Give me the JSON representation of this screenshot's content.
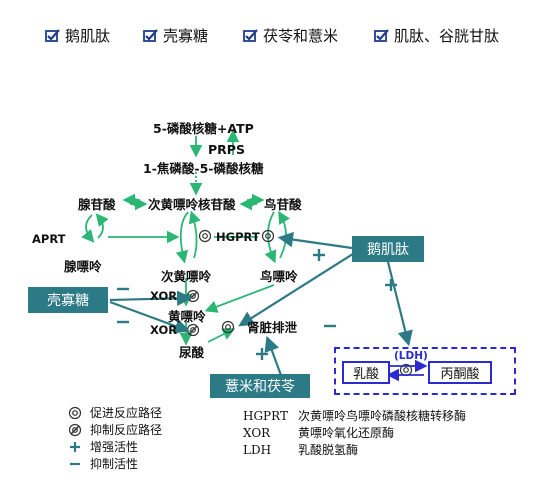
{
  "header_legend": [
    {
      "label": "鹅肌肽"
    },
    {
      "label": "壳寡糖"
    },
    {
      "label": "茯苓和薏米"
    },
    {
      "label": "肌肽、谷胱甘肽"
    }
  ],
  "nodes": {
    "r5p_atp": "5-磷酸核糖+ATP",
    "prps": "PRPS",
    "prpp": "1-焦磷酸-5-磷酸核糖",
    "amp": "腺苷酸",
    "imp": "次黄嘌呤核苷酸",
    "gmp": "鸟苷酸",
    "aprt": "APRT",
    "hgprt": "HGPRT",
    "adenine": "腺嘌呤",
    "hypoxanthine": "次黄嘌呤",
    "guanine": "鸟嘌呤",
    "xor1": "XOR",
    "xanthine": "黄嘌呤",
    "xor2": "XOR",
    "uric_acid": "尿酸",
    "renal": "肾脏排泄",
    "ldh": "(LDH)",
    "lactate": "乳酸",
    "pyruvate": "丙酮酸"
  },
  "agents": {
    "anserine": "鹅肌肽",
    "chitosan": "壳寡糖",
    "coix_poria": "薏米和茯苓"
  },
  "key": [
    {
      "symbol": "promote",
      "label": "促进反应路径"
    },
    {
      "symbol": "inhibit",
      "label": "抑制反应路径"
    },
    {
      "symbol": "plus",
      "label": "增强活性"
    },
    {
      "symbol": "minus",
      "label": "抑制活性"
    }
  ],
  "abbreviations": [
    {
      "abbr": "HGPRT",
      "meaning": "次黄嘌呤鸟嘌呤磷酸核糖转移酶"
    },
    {
      "abbr": "XOR",
      "meaning": "黄嘌呤氧化还原酶"
    },
    {
      "abbr": "LDH",
      "meaning": "乳酸脱氢酶"
    }
  ],
  "colors": {
    "green": "#2bb673",
    "teal": "#2b7a86",
    "blue": "#2b2bd0",
    "check": "#1f3d8a"
  },
  "icons": {
    "checkbox": "checked-box-icon",
    "promote": "double-circle-icon",
    "inhibit": "slashed-circle-icon"
  }
}
